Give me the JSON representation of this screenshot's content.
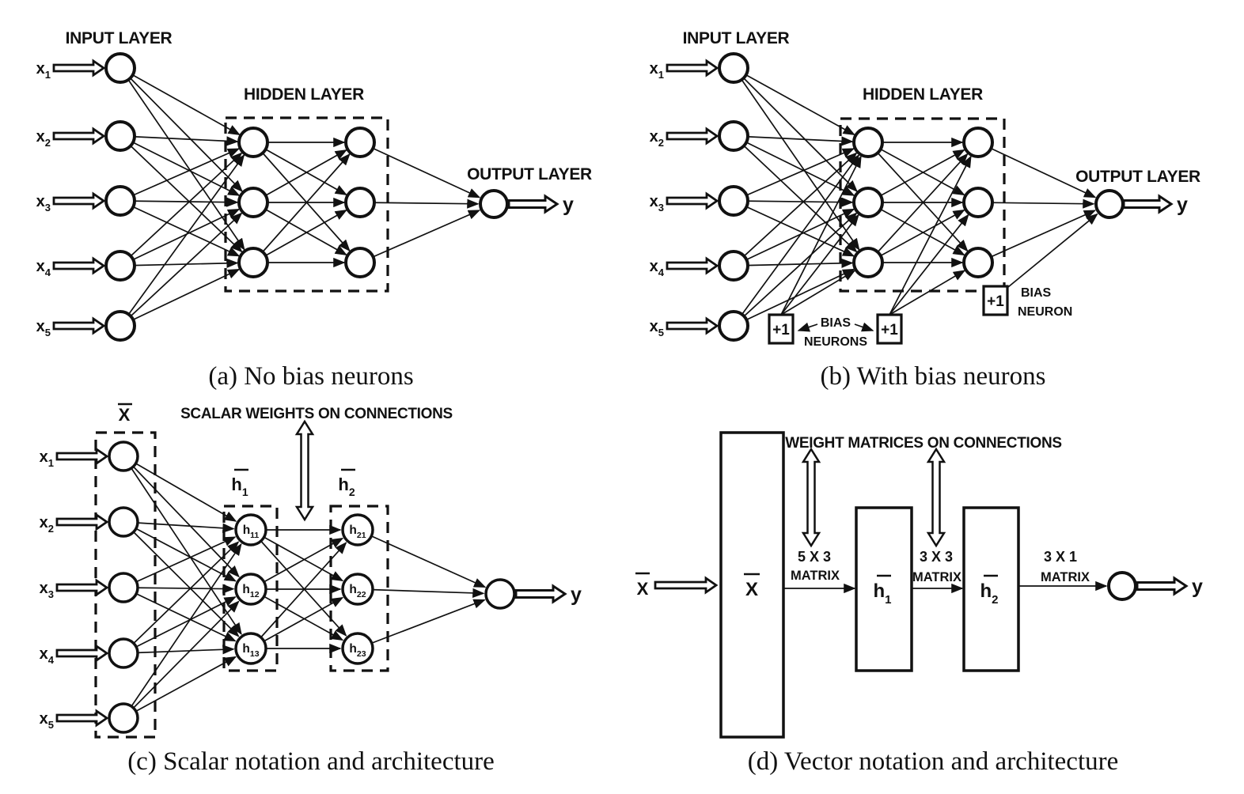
{
  "panels": {
    "a": {
      "caption": "(a) No bias neurons",
      "input_layer": "INPUT LAYER",
      "hidden_layer": "HIDDEN LAYER",
      "output_layer": "OUTPUT LAYER",
      "inputs": [
        {
          "base": "x",
          "sub": "1"
        },
        {
          "base": "x",
          "sub": "2"
        },
        {
          "base": "x",
          "sub": "3"
        },
        {
          "base": "x",
          "sub": "4"
        },
        {
          "base": "x",
          "sub": "5"
        }
      ],
      "output": "y"
    },
    "b": {
      "caption": "(b) With bias neurons",
      "input_layer": "INPUT LAYER",
      "hidden_layer": "HIDDEN LAYER",
      "output_layer": "OUTPUT LAYER",
      "inputs": [
        {
          "base": "x",
          "sub": "1"
        },
        {
          "base": "x",
          "sub": "2"
        },
        {
          "base": "x",
          "sub": "3"
        },
        {
          "base": "x",
          "sub": "4"
        },
        {
          "base": "x",
          "sub": "5"
        }
      ],
      "output": "y",
      "bias_value": "+1",
      "bias_neurons_label": {
        "line1": "BIAS",
        "line2": "NEURONS"
      },
      "bias_neuron_label": {
        "line1": "BIAS",
        "line2": "NEURON"
      }
    },
    "c": {
      "caption": "(c) Scalar notation and architecture",
      "title": "SCALAR WEIGHTS ON CONNECTIONS",
      "input_vector": {
        "base": "X",
        "sub": ""
      },
      "hidden_vector_1": {
        "base": "h",
        "sub": "1"
      },
      "hidden_vector_2": {
        "base": "h",
        "sub": "2"
      },
      "inputs": [
        {
          "base": "x",
          "sub": "1"
        },
        {
          "base": "x",
          "sub": "2"
        },
        {
          "base": "x",
          "sub": "3"
        },
        {
          "base": "x",
          "sub": "4"
        },
        {
          "base": "x",
          "sub": "5"
        }
      ],
      "hidden1": [
        {
          "base": "h",
          "sub": "11"
        },
        {
          "base": "h",
          "sub": "12"
        },
        {
          "base": "h",
          "sub": "13"
        }
      ],
      "hidden2": [
        {
          "base": "h",
          "sub": "21"
        },
        {
          "base": "h",
          "sub": "22"
        },
        {
          "base": "h",
          "sub": "23"
        }
      ],
      "output": "y"
    },
    "d": {
      "caption": "(d) Vector notation and architecture",
      "title": "WEIGHT MATRICES ON CONNECTIONS",
      "input_vector": {
        "base": "X",
        "sub": ""
      },
      "blocks": [
        {
          "base": "X",
          "sub": ""
        },
        {
          "base": "h",
          "sub": "1"
        },
        {
          "base": "h",
          "sub": "2"
        }
      ],
      "matrices": [
        {
          "dims": "5 X 3",
          "word": "MATRIX"
        },
        {
          "dims": "3 X 3",
          "word": "MATRIX"
        },
        {
          "dims": "3 X 1",
          "word": "MATRIX"
        }
      ],
      "output": "y"
    }
  }
}
